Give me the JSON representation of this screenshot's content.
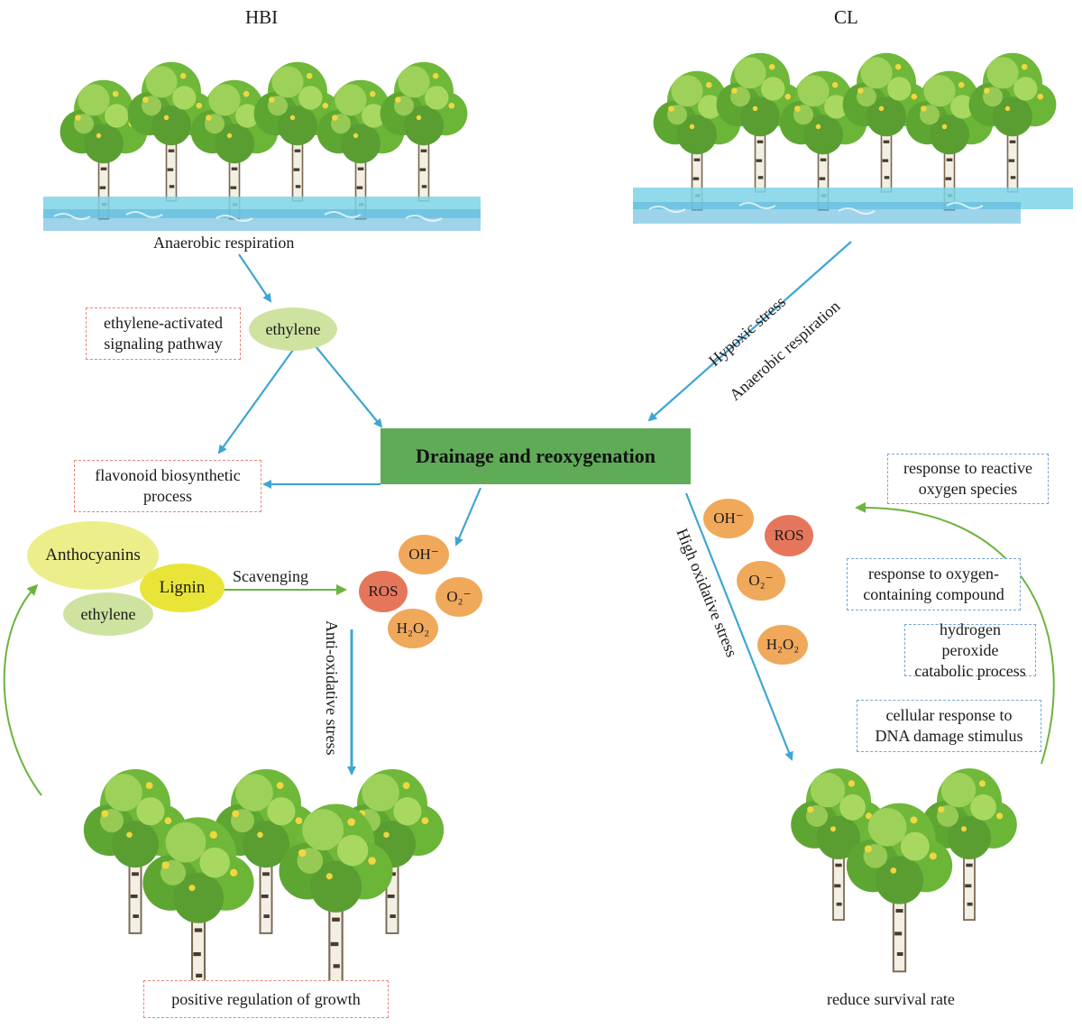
{
  "headers": {
    "left": "HBI",
    "right": "CL"
  },
  "center": {
    "label": "Drainage and reoxygenation"
  },
  "labels": {
    "anaerobic_left": "Anaerobic respiration",
    "hypoxic": "Hypoxic stress",
    "anaerobic_right": "Anaerobic respiration",
    "scavenging": "Scavenging",
    "anti_oxidative": "Anti-oxidative stress",
    "high_oxidative": "High oxidative stress",
    "reduce_survival": "reduce survival rate"
  },
  "boxes": {
    "ethylene_pathway": [
      "ethylene-activated",
      "signaling pathway"
    ],
    "flavonoid": [
      "flavonoid biosynthetic",
      "process"
    ],
    "positive_growth": "positive regulation of growth",
    "response_ros": [
      "response to reactive",
      "oxygen species"
    ],
    "response_oxygen": [
      "response to oxygen-",
      "containing compound"
    ],
    "h2o2_catabolic": [
      "hydrogen peroxide",
      "catabolic process"
    ],
    "dna_damage": [
      "cellular response to",
      "DNA damage stimulus"
    ]
  },
  "nodes": {
    "ethylene_top": "ethylene",
    "anthocyanins": "Anthocyanins",
    "lignin": "Lignin",
    "ethylene_bottom": "ethylene"
  },
  "ros_left": {
    "oh": "OH⁻",
    "ros": "ROS",
    "o2": "O₂⁻",
    "h2o2": "H₂O₂"
  },
  "ros_right": {
    "oh": "OH⁻",
    "ros": "ROS",
    "o2": "O₂⁻",
    "h2o2": "H₂O₂"
  },
  "colors": {
    "blue_arrow": "#3ea6d4",
    "green_arrow": "#6cb33f",
    "drain_box": "#5fab58",
    "water": "#7ed3e6"
  }
}
